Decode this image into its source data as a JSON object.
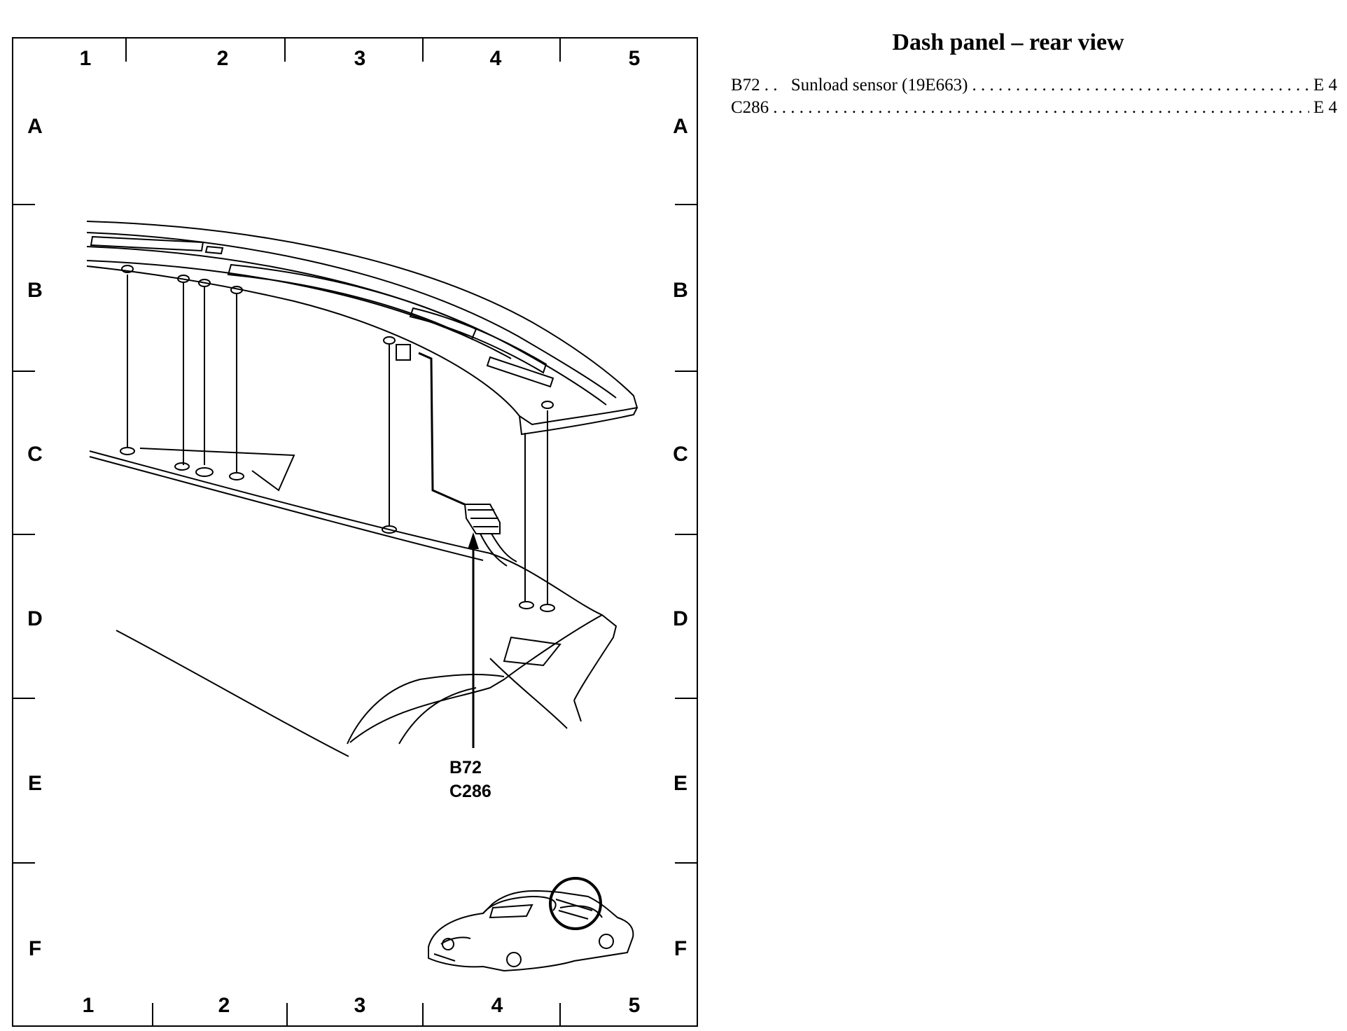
{
  "title": "Dash panel – rear view",
  "index": [
    {
      "code": "B72",
      "desc": "Sunload sensor (19E663)",
      "loc": "E 4"
    },
    {
      "code": "C286",
      "desc": "",
      "loc": "E 4"
    }
  ],
  "grid": {
    "columns": [
      "1",
      "2",
      "3",
      "4",
      "5"
    ],
    "rows": [
      "A",
      "B",
      "C",
      "D",
      "E",
      "F"
    ]
  },
  "callout": {
    "line1": "B72",
    "line2": "C286"
  }
}
